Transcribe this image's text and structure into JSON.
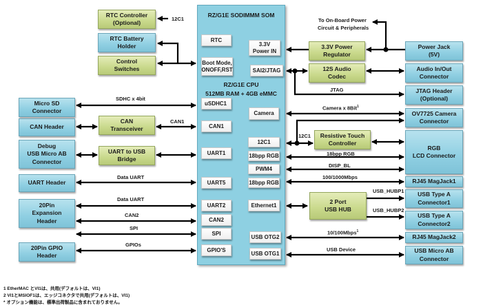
{
  "som": {
    "title": "RZ/G1E SODIMMM SOM",
    "cpu_line1": "RZ/G1E CPU",
    "cpu_line2": "512MB RAM + 4GB eMMC",
    "left_ports": [
      "RTC",
      "Boot Mode,\nONOFF,RST",
      "uSDHC1",
      "CAN1",
      "UART1",
      "UART5",
      "UART2",
      "CAN2",
      "SPI",
      "GPIO'S"
    ],
    "right_ports": [
      "3.3V\nPower IN",
      "SAI2/JTAG",
      "Camera",
      "12C1",
      "18bpp RGB",
      "PWM4",
      "18bpp RGB",
      "Ethernet1",
      "USB OTG2",
      "USB OTG1"
    ]
  },
  "left_blocks": {
    "rtc_controller": "RTC Controller\n(Optional)",
    "rtc_battery": "RTC Battery\nHolder",
    "control_switches": "Control\nSwitches",
    "micro_sd": "Micro SD\nConnector",
    "can_header": "CAN Header",
    "can_transceiver": "CAN\nTransceiver",
    "debug_usb": "Debug\nUSB Micro AB\nConnector",
    "uart_usb_bridge": "UART to USB\nBridge",
    "uart_header": "UART Header",
    "expansion_header": "20Pin\nExpansion\nHeader",
    "gpio_header": "20Pin GPIO\nHeader"
  },
  "right_blocks": {
    "power_regulator": "3.3V Power\nRegulator",
    "power_jack": "Power Jack\n(5V)",
    "audio_codec": "12S Audio\nCodec",
    "audio_connector": "Audio In/Out\nConnector",
    "jtag_header": "JTAG Header\n(Optional)",
    "camera_connector": "OV7725 Camera\nConnector",
    "touch_controller": "Resistive Touch\nController",
    "lcd_connector": "RGB\nLCD Connector",
    "rj45_1": "RJ45 MagJack1",
    "usb_hub": "2 Port\nUSB HUB",
    "usb_a1": "USB Type A\nConnector1",
    "usb_a2": "USB Type A\nConnector2",
    "rj45_2": "RJ45 MagJack2",
    "usb_micro_ab": "USB Micro AB\nConnector"
  },
  "labels": {
    "i2c_rtc": "12C1",
    "onboard_power": "To On-Board Power",
    "onboard_power2": "Circuit & Peripherals",
    "jtag": "JTAG",
    "sdhc": "SDHC x 4bit",
    "can1": "CAN1",
    "data_uart1": "Data UART",
    "data_uart2": "Data UART",
    "can2": "CAN2",
    "spi": "SPI",
    "gpios": "GPIOs",
    "camera": "Camera x 8Bit",
    "camera_sup": "1",
    "i2c_touch": "12C1",
    "rgb": "18bpp RGB",
    "disp_bl": "DISP_BL",
    "eth1": "100/1000Mbps",
    "hubp1": "USB_HUBP1",
    "hubp2": "USB_HUBP2",
    "eth2": "10/100Mbps",
    "eth2_sup": "1",
    "usb_device": "USB Device"
  },
  "footnotes": [
    "1 EtherMAC とVI1は、共用(デフォルトは、VI1)",
    "2 VI1とMSIOF1は、エッジコネクタで共用(デフォルトは、VI1)",
    "* オプション機能は、標準出荷製品に含まれておりません。"
  ],
  "colors": {
    "blue_block": "#8fcfe2",
    "green_block": "#c9d98c",
    "som_body": "#8ed0e2",
    "wire": "#000000"
  }
}
